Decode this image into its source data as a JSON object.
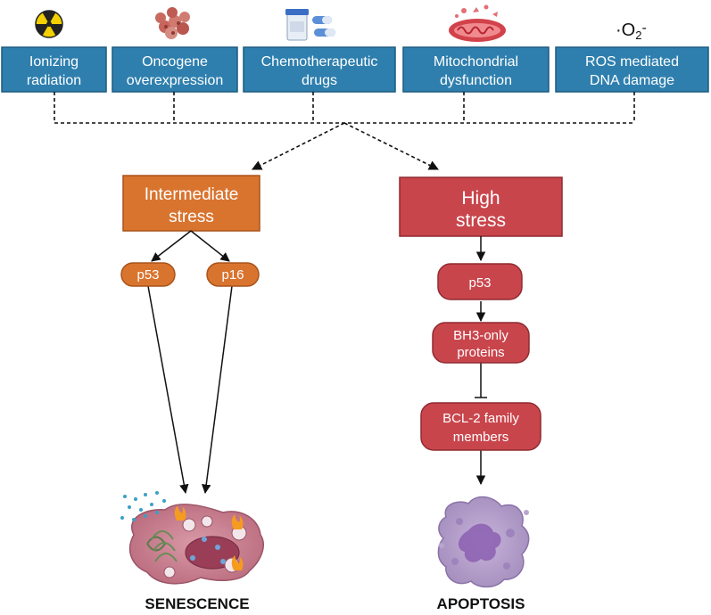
{
  "stimuli": [
    {
      "line1": "Ionizing",
      "line2": "radiation",
      "icon": "radiation-icon"
    },
    {
      "line1": "Oncogene",
      "line2": "overexpression",
      "icon": "cell-cluster-icon"
    },
    {
      "line1": "Chemotherapeutic",
      "line2": "drugs",
      "icon": "pill-bottle-icon"
    },
    {
      "line1": "Mitochondrial",
      "line2": "dysfunction",
      "icon": "mitochondrion-icon"
    },
    {
      "line1": "ROS mediated",
      "line2": "DNA damage",
      "icon": "superoxide-icon"
    }
  ],
  "superoxide_label": {
    "dot": "·",
    "o": "O",
    "sub": "2",
    "sup": "-"
  },
  "intermediate": {
    "line1": "Intermediate",
    "line2": "stress",
    "p53": "p53",
    "p16": "p16",
    "outcome": "SENESCENCE"
  },
  "high": {
    "line1": "High",
    "line2": "stress",
    "p53": "p53",
    "bh3_line1": "BH3-only",
    "bh3_line2": "proteins",
    "bcl2_line1": "BCL-2 family",
    "bcl2_line2": "members",
    "outcome": "APOPTOSIS"
  },
  "colors": {
    "stimulus_box": "#2e7fae",
    "stimulus_border": "#1d5a80",
    "intermediate": "#d9742f",
    "intermediate_border": "#a8541b",
    "high": "#c9454c",
    "high_border": "#8f2b31"
  }
}
